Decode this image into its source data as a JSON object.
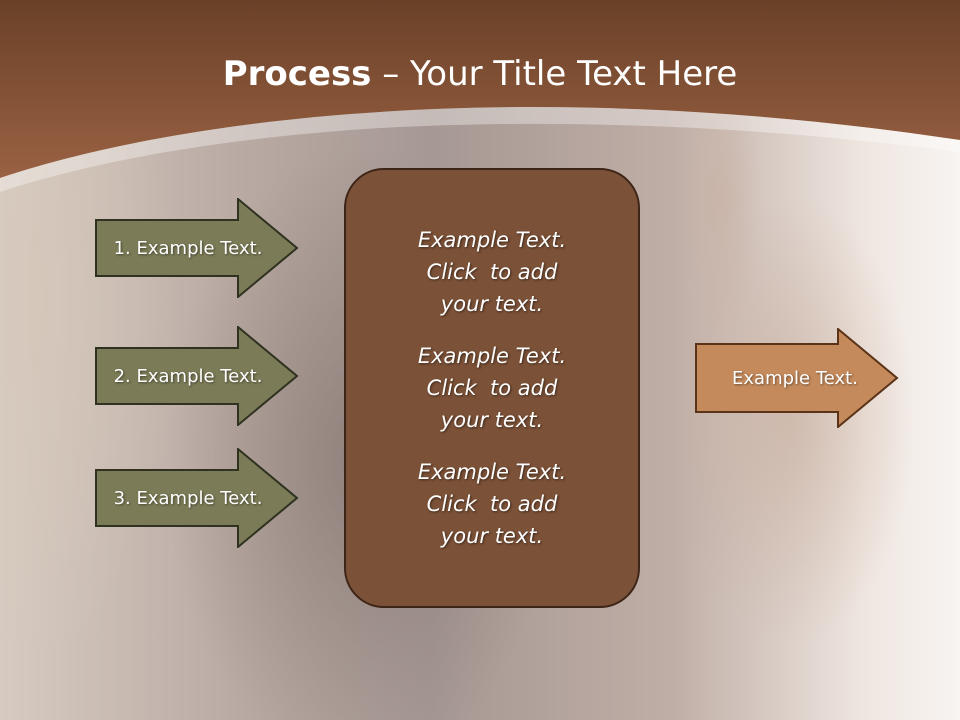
{
  "slide": {
    "title_bold": "Process",
    "title_rest": " – Your Title Text Here",
    "left_steps": [
      {
        "label": "1. Example Text."
      },
      {
        "label": "2. Example Text."
      },
      {
        "label": "3. Example Text."
      }
    ],
    "center_blocks": [
      {
        "line1": "Example Text.",
        "line2": "Click  to add",
        "line3": "your text."
      },
      {
        "line1": "Example Text.",
        "line2": "Click  to add",
        "line3": "your text."
      },
      {
        "line1": "Example Text.",
        "line2": "Click  to add",
        "line3": "your text."
      }
    ],
    "result": {
      "label": "Example Text."
    }
  },
  "colors": {
    "header_brown": "#8f573a",
    "header_dark": "#6a4128",
    "step_arrow_fill": "#7c7b57",
    "step_arrow_stroke": "#2f3220",
    "center_box_fill": "#7b5137",
    "result_arrow_fill": "#c48a5c",
    "result_arrow_stroke": "#5a3318"
  }
}
